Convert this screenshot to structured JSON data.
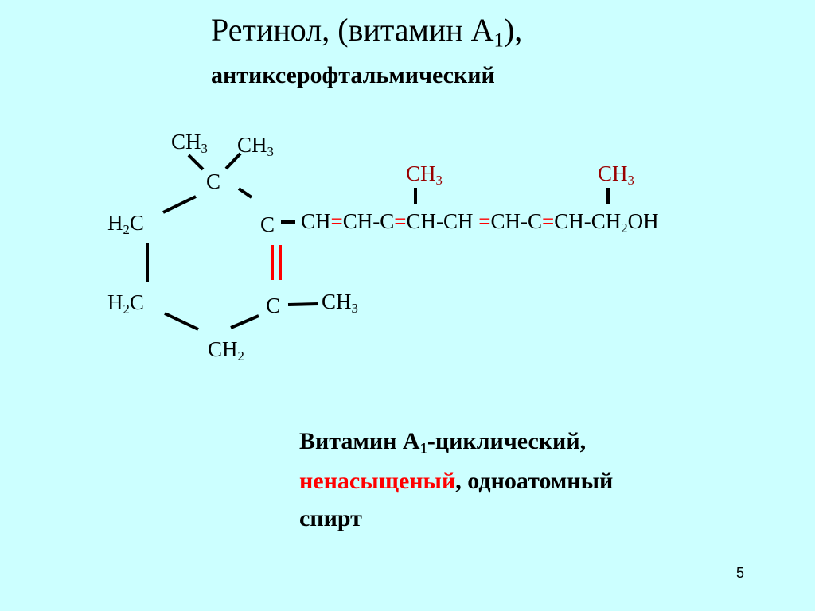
{
  "slide": {
    "title_main": "Ретинол, (витамин А",
    "title_sub": "1",
    "title_end": "),",
    "subtitle": "антиксерофтальмический",
    "page_number": "5"
  },
  "formula": {
    "ch3_top_left": "CH",
    "ch3_top_right": "CH",
    "sub3": "3",
    "sub2": "2",
    "c_top": "C",
    "h2c_upper": "H",
    "h2c_upper_c": "C",
    "c_right_upper": "C",
    "h2c_lower": "H",
    "h2c_lower_c": "C",
    "c_right_lower": "C",
    "ch3_ring": "CH",
    "ch2_bottom": "CH",
    "chain_ch3_1": "CH",
    "chain_ch3_2": "CH",
    "chain": {
      "p1": "CH",
      "eq": "=",
      "p2": "CH-C",
      "p3": "CH-CH ",
      "p4": "CH-C",
      "p5": "CH-CH",
      "p6": "OH"
    }
  },
  "description": {
    "line1_a": "Витамин А",
    "line1_sub": "1",
    "line1_b": "-циклический,",
    "line2_red": "ненасыщеный",
    "line2_rest": ", одноатомный",
    "line3": "спирт"
  },
  "colors": {
    "background": "#ccffff",
    "double_bond": "#ff0000",
    "chain_methyl": "#990000"
  }
}
